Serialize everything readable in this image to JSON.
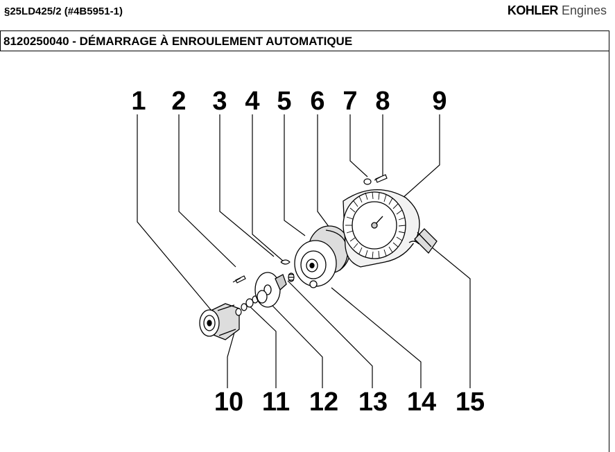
{
  "header": {
    "model": "§25LD425/2 (#4B5951-1)",
    "brand_bold": "KOHLER",
    "brand_light": "Engines"
  },
  "title": "8120250040 - DÉMARRAGE À ENROULEMENT AUTOMATIQUE",
  "diagram": {
    "callouts_top": [
      "1",
      "2",
      "3",
      "4",
      "5",
      "6",
      "7",
      "8",
      "9"
    ],
    "callouts_bottom": [
      "10",
      "11",
      "12",
      "13",
      "14",
      "15"
    ]
  }
}
